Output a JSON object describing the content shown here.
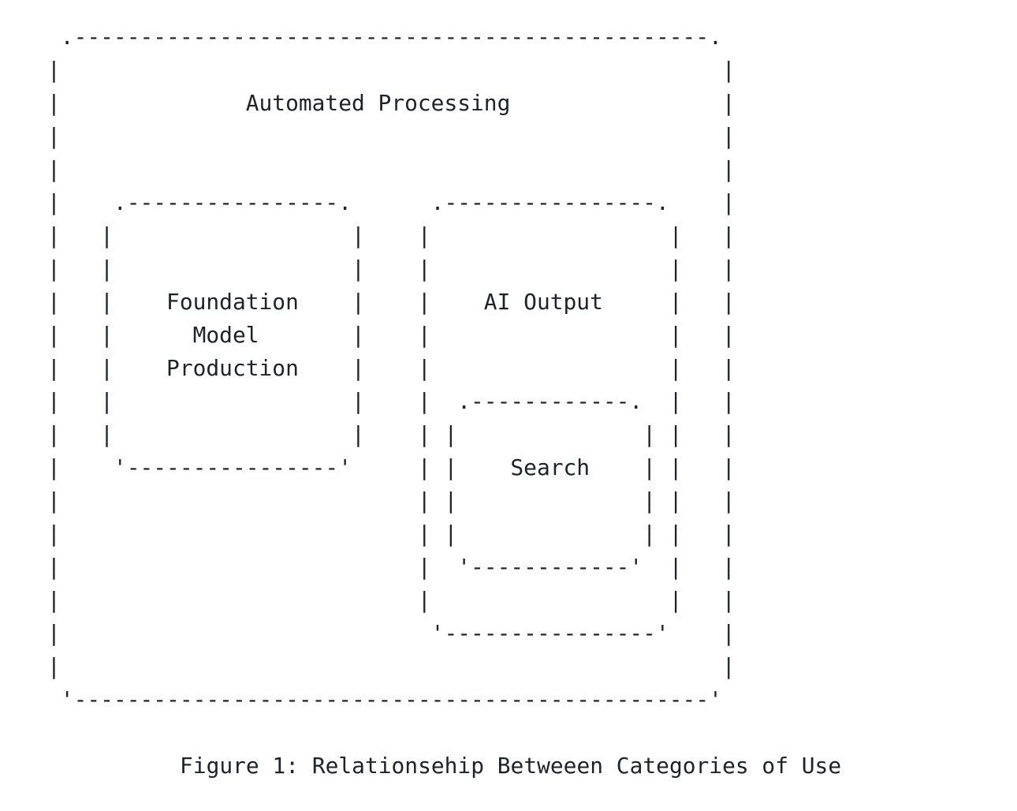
{
  "colors": {
    "text": "#1f2328",
    "background": "#ffffff"
  },
  "diagram": {
    "type": "ascii-box-diagram",
    "boxes": [
      {
        "name": "automated-processing",
        "label": "Automated Processing",
        "contains": [
          "foundation-model-production",
          "ai-output"
        ]
      },
      {
        "name": "foundation-model-production",
        "label": "Foundation Model Production",
        "label_lines": [
          "Foundation",
          "Model",
          "Production"
        ]
      },
      {
        "name": "ai-output",
        "label": "AI Output",
        "contains": [
          "search"
        ]
      },
      {
        "name": "search",
        "label": "Search"
      }
    ],
    "ascii_lines": [
      " .------------------------------------------------.",
      "|                                                  |",
      "|              Automated Processing                |",
      "|                                                  |",
      "|                                                  |",
      "|    .----------------.      .----------------.    |",
      "|   |                  |    |                  |   |",
      "|   |                  |    |                  |   |",
      "|   |    Foundation    |    |    AI Output     |   |",
      "|   |      Model       |    |                  |   |",
      "|   |    Production    |    |                  |   |",
      "|   |                  |    |  .------------.  |   |",
      "|   |                  |    | |              | |   |",
      "|    '----------------'     | |    Search    | |   |",
      "|                           | |              | |   |",
      "|                           | |              | |   |",
      "|                           |  '------------'  |   |",
      "|                           |                  |   |",
      "|                            '----------------'    |",
      "|                                                  |",
      " '------------------------------------------------'"
    ],
    "caption": "Figure 1: Relationsehip Betweeen Categories of Use"
  }
}
